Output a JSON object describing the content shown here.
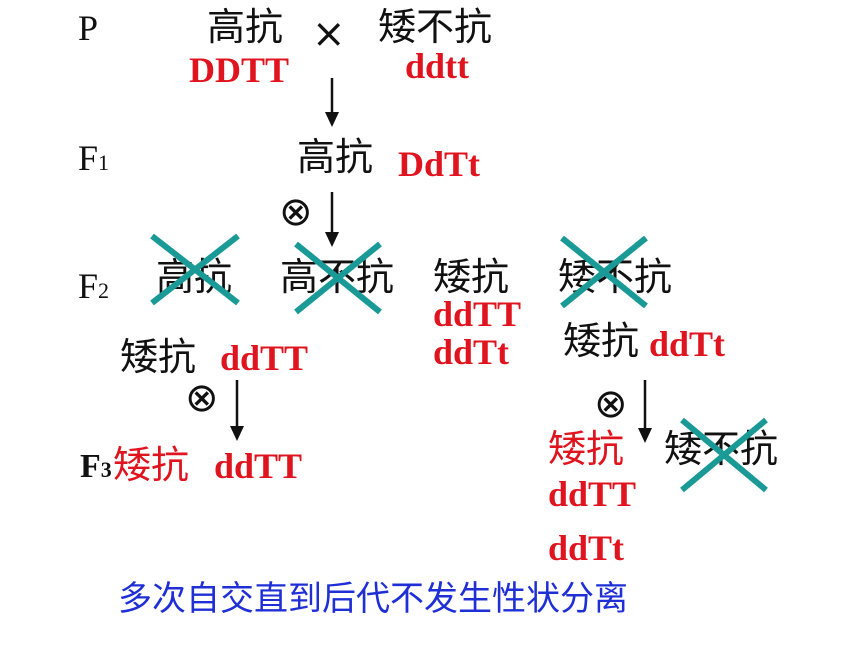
{
  "labels": {
    "p": "P",
    "f1": "F",
    "f1_sub": "1",
    "f2": "F",
    "f2_sub": "2",
    "f3": "F",
    "f3_sub": "3"
  },
  "symbols": {
    "cross": "×",
    "selfing": "⊗"
  },
  "p_row": {
    "parent1_phenotype": "高抗",
    "parent1_genotype": "DDTT",
    "parent2_phenotype": "矮不抗",
    "parent2_genotype": "ddtt"
  },
  "f1_row": {
    "phenotype": "高抗",
    "genotype": "DdTt"
  },
  "f2_row": {
    "pheno1": "高抗",
    "pheno2": "高不抗",
    "pheno3": "矮抗",
    "pheno3_geno1": "ddTT",
    "pheno3_geno2": "ddTt",
    "pheno4": "矮不抗"
  },
  "left_branch": {
    "phenotype": "矮抗",
    "genotype": "ddTT",
    "f3_phenotype": "矮抗",
    "f3_genotype": "ddTT"
  },
  "right_branch": {
    "phenotype": "矮抗",
    "genotype": "ddTt",
    "offspring1_phenotype": "矮抗",
    "offspring1_geno1": "ddTT",
    "offspring1_geno2": "ddTt",
    "offspring2_phenotype": "矮不抗"
  },
  "conclusion": "多次自交直到后代不发生性状分离",
  "colors": {
    "genotype_red": "#e0141e",
    "cross_mark_teal": "#1a9a96",
    "conclusion_blue": "#1f2fd6",
    "text_black": "#111111"
  }
}
